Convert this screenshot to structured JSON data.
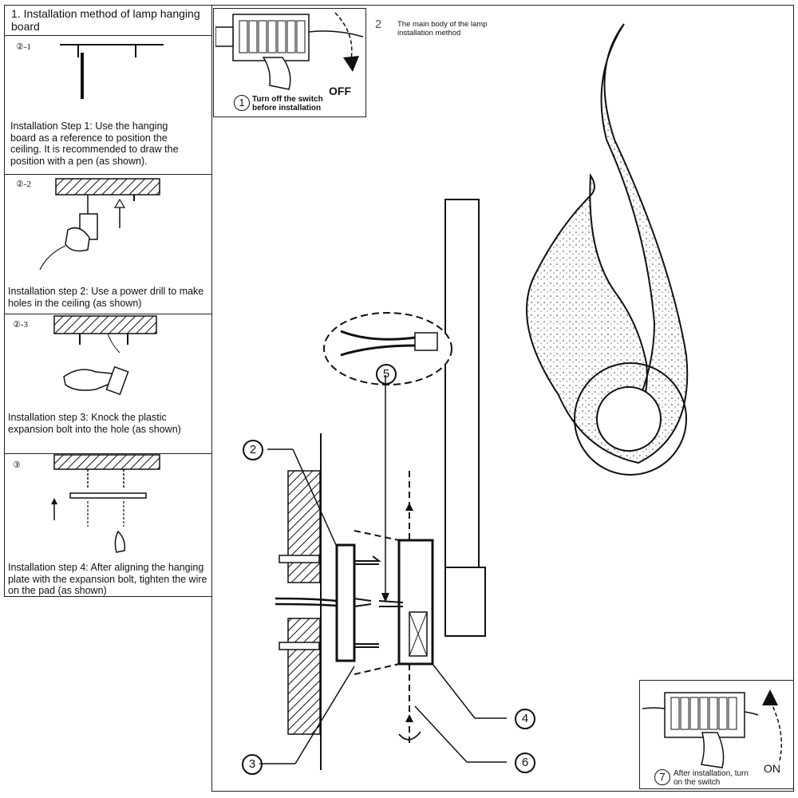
{
  "left_panel": {
    "title": "1. Installation method of lamp hanging board",
    "steps": [
      {
        "tag": "②-1",
        "text": "Installation Step 1: Use the hanging board as a reference to position the ceiling. It is recommended to draw the position with a pen (as shown)."
      },
      {
        "tag": "②-2",
        "text": "Installation step 2: Use a power drill to make holes in the ceiling (as shown)"
      },
      {
        "tag": "②-3",
        "text": "Installation step 3: Knock the plastic expansion bolt into the hole (as shown)"
      },
      {
        "tag": "③",
        "text": "Installation step 4: After aligning the hanging plate with the expansion bolt, tighten the wire on the pad (as shown)"
      }
    ]
  },
  "off_panel": {
    "number": "1",
    "text": "Turn off the switch before installation",
    "label": "OFF"
  },
  "main": {
    "number": "2",
    "title": "The main body of the lamp installation method"
  },
  "callouts": [
    "2",
    "3",
    "4",
    "5",
    "6"
  ],
  "on_panel": {
    "number": "7",
    "text": "After installation, turn on the switch",
    "label": "ON"
  }
}
